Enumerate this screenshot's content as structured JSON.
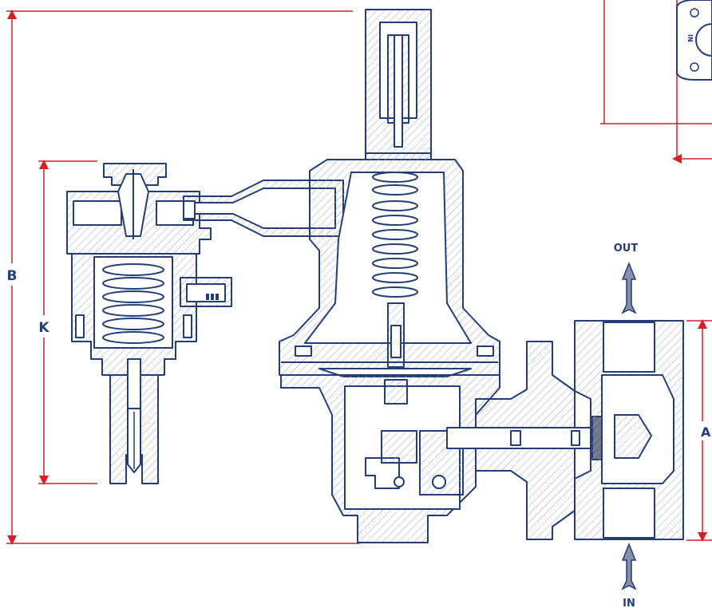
{
  "diagram": {
    "dimension_labels": {
      "overall_height": "B",
      "pilot_height": "K",
      "body_height": "A"
    },
    "flow_labels": {
      "outlet": "OUT",
      "inlet": "IN"
    },
    "inset_label": "IN",
    "colors": {
      "outline": "#223d78",
      "hatch": "#9aa6be",
      "dimension": "#d61f26",
      "arrow_fill": "#8a8fa3",
      "paint": "#ffffff",
      "accent": "#6f7486"
    }
  }
}
